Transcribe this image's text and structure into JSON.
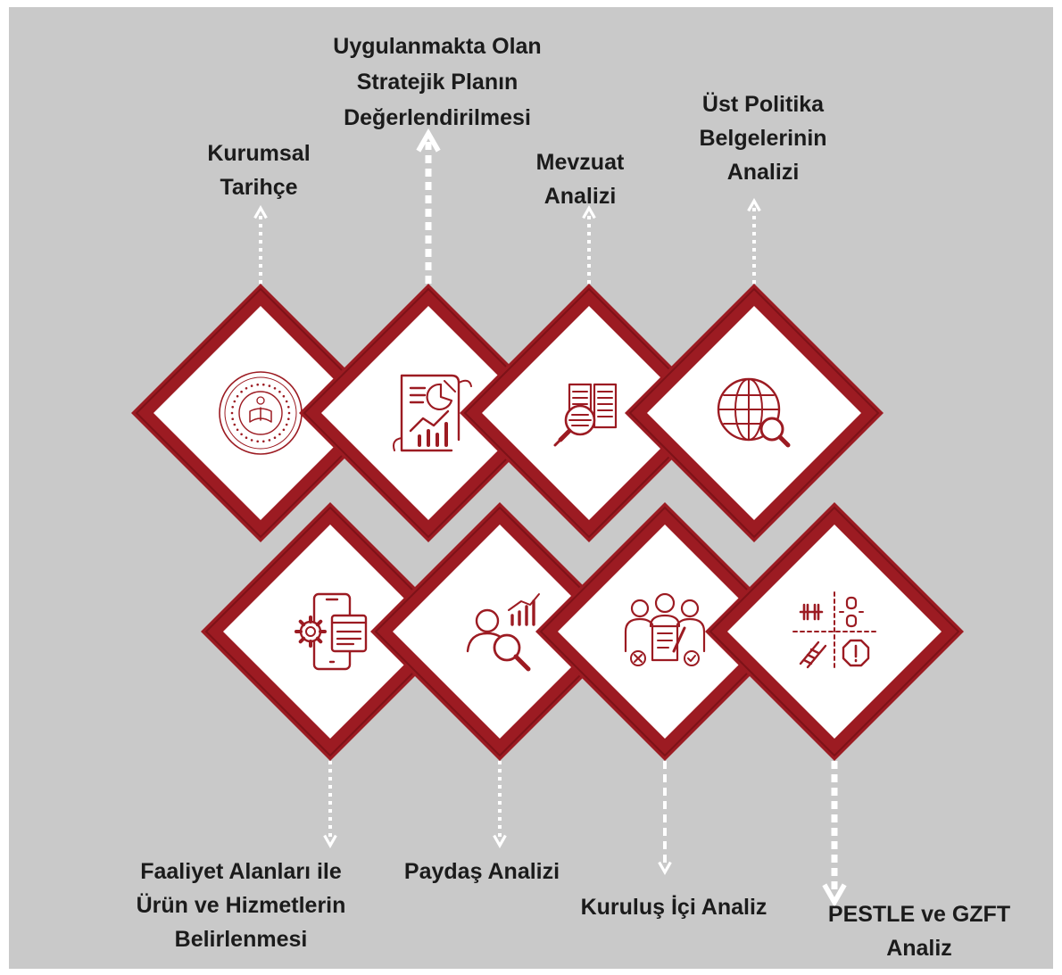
{
  "colors": {
    "background": "#c9c9c9",
    "diamond_border": "#9c1b22",
    "diamond_fill": "#ffffff",
    "icon_stroke": "#9c1b22",
    "connector": "#ffffff",
    "label_text": "#1b1b1b"
  },
  "top_row": [
    {
      "icon": "institution-seal-icon",
      "label": "Kurumsal\nTarihçe"
    },
    {
      "icon": "report-chart-icon",
      "label": "Uygulanmakta Olan\nStratejik Planın\nDeğerlendirilmesi"
    },
    {
      "icon": "document-magnifier-icon",
      "label": "Mevzuat\nAnalizi"
    },
    {
      "icon": "globe-search-icon",
      "label": "Üst Politika\nBelgelerinin\nAnalizi"
    }
  ],
  "bottom_row": [
    {
      "icon": "mobile-gear-icon",
      "label": "Faaliyet Alanları ile\nÜrün ve Hizmetlerin\nBelirlenmesi"
    },
    {
      "icon": "stakeholder-search-icon",
      "label": "Paydaş Analizi"
    },
    {
      "icon": "team-document-icon",
      "label": "Kuruluş İçi Analiz"
    },
    {
      "icon": "swot-quadrant-icon",
      "label": "PESTLE ve GZFT\nAnaliz"
    }
  ]
}
